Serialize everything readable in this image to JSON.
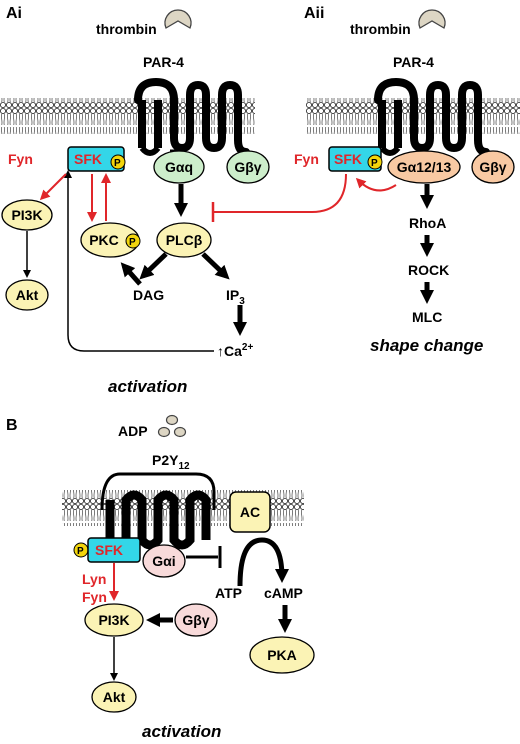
{
  "panels": {
    "ai": "Ai",
    "aii": "Aii",
    "b": "B"
  },
  "ai": {
    "thrombin": "thrombin",
    "receptor": "PAR-4",
    "fyn": "Fyn",
    "sfk": "SFK",
    "p": "P",
    "galpha": "Gαq",
    "gbeta": "Gβγ",
    "pi3k": "PI3K",
    "akt": "Akt",
    "pkc": "PKC",
    "plc": "PLCβ",
    "dag": "DAG",
    "ip3": "IP",
    "ip3_sub": "3",
    "ca": "↑Ca",
    "ca_sup": "2+",
    "outcome": "activation"
  },
  "aii": {
    "thrombin": "thrombin",
    "receptor": "PAR-4",
    "fyn": "Fyn",
    "sfk": "SFK",
    "p": "P",
    "galpha": "Gα12/13",
    "gbeta": "Gβγ",
    "rhoa": "RhoA",
    "rock": "ROCK",
    "mlc": "MLC",
    "outcome": "shape change"
  },
  "b": {
    "adp": "ADP",
    "receptor": "P2Y",
    "receptor_sub": "12",
    "ac": "AC",
    "sfk": "SFK",
    "p": "P",
    "galpha": "Gαi",
    "lyn": "Lyn",
    "fyn": "Fyn",
    "atp": "ATP",
    "camp": "cAMP",
    "pi3k": "PI3K",
    "gbeta": "Gβγ",
    "pka": "PKA",
    "akt": "Akt",
    "outcome": "activation"
  },
  "colors": {
    "sfk": "#33d6e8",
    "p_badge": "#f2d50c",
    "yellow_node": "#fbf3b5",
    "gq_green": "#cdeecb",
    "g1213_orange": "#f8c9a3",
    "gi_pink": "#f8dada",
    "red_arrow": "#e0262a",
    "ligand": "#ddd6c4"
  }
}
